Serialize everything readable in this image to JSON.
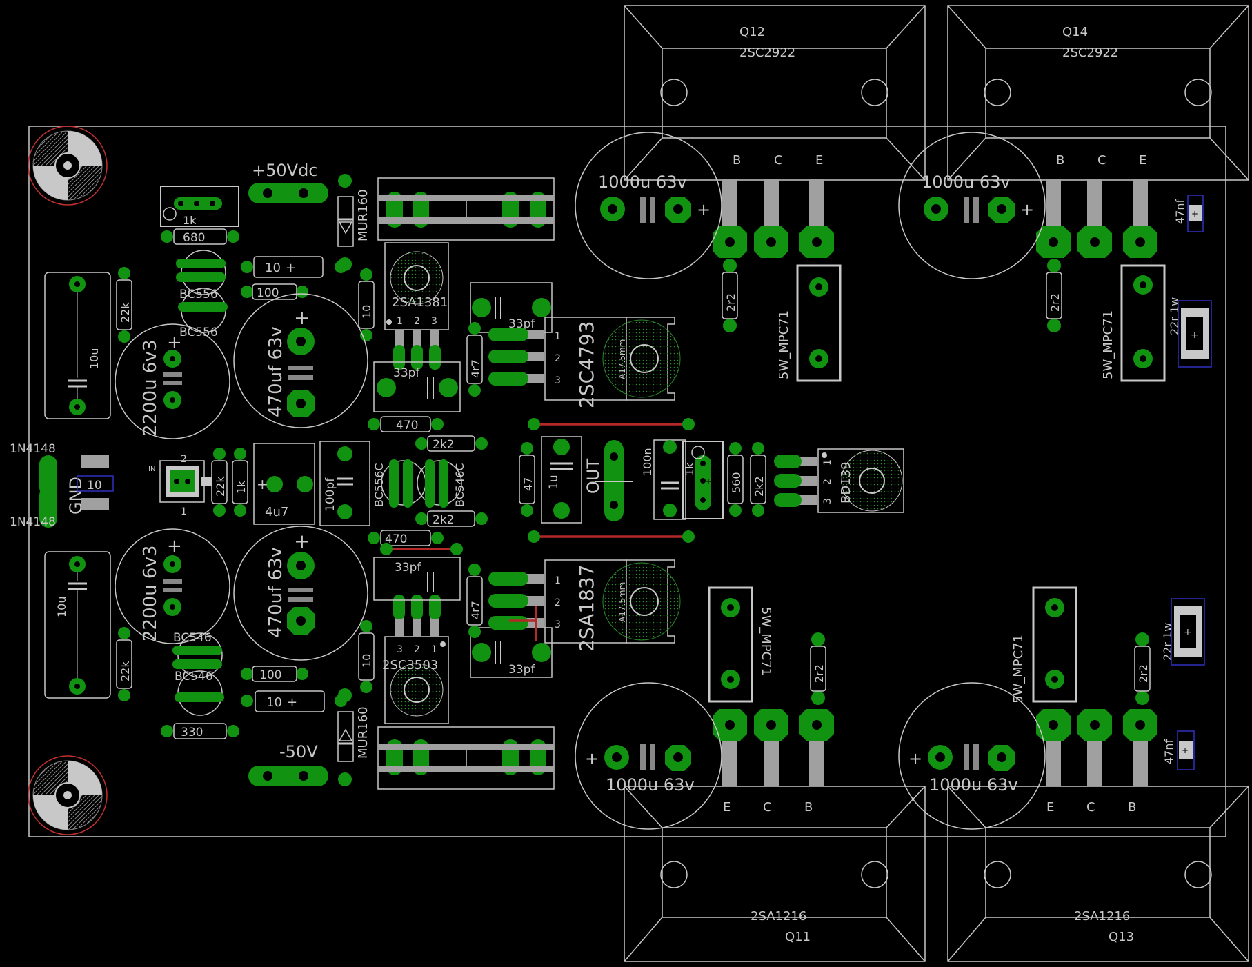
{
  "colors": {
    "background": "#000000",
    "pad": "#119211",
    "silkscreen": "#c8c8c8",
    "smd_pad": "#a0a0a0",
    "trace": "#b42828",
    "outline_blue": "#3030c0",
    "mount_ring": "#c03030"
  },
  "supply": {
    "positive": "+50Vdc",
    "negative": "-50V",
    "ground": "GND",
    "output": "OUT"
  },
  "output_transistors": {
    "q12": {
      "ref": "Q12",
      "part": "2SC2922"
    },
    "q14": {
      "ref": "Q14",
      "part": "2SC2922"
    },
    "q11": {
      "ref": "Q11",
      "part": "2SA1216"
    },
    "q13": {
      "ref": "Q13",
      "part": "2SA1216"
    }
  },
  "pin_labels": {
    "b": "B",
    "c": "C",
    "e": "E"
  },
  "caps": {
    "c1000": "1000u 63v",
    "c470": "470uf 63v",
    "c2200": "2200u 6v3",
    "c10u": "10u",
    "c33pf": "33pf",
    "c100pf": "100pf",
    "c4u7": "4u7",
    "c1u": "1u",
    "c100n": "100n",
    "c47nf": "47nf"
  },
  "resistors": {
    "r10": "10",
    "r100": "100",
    "r680": "680",
    "r330": "330",
    "r470": "470",
    "r1k": "1k",
    "r22k": "22k",
    "r2k2": "2k2",
    "r4r7": "4r7",
    "r47": "47",
    "r560": "560",
    "r2r2": "2r2",
    "r22r1w": "22r 1w",
    "mpc71": "5W_MPC71"
  },
  "transistors": {
    "bc556": "BC556",
    "bc546": "BC546",
    "bc556c": "BC556C",
    "bc546c": "BC546C",
    "sa1381": "2SA1381",
    "sc3503": "2SC3503",
    "sc4793": "2SC4793",
    "sa1837": "2SA1837",
    "bd139": "BD139",
    "heatsink": "A17.5mm"
  },
  "diodes": {
    "mur160": "MUR160",
    "n4148": "1N4148"
  },
  "misc": {
    "in": "IN",
    "plus": "+",
    "p1": "1",
    "p2": "2",
    "p3": "3"
  }
}
